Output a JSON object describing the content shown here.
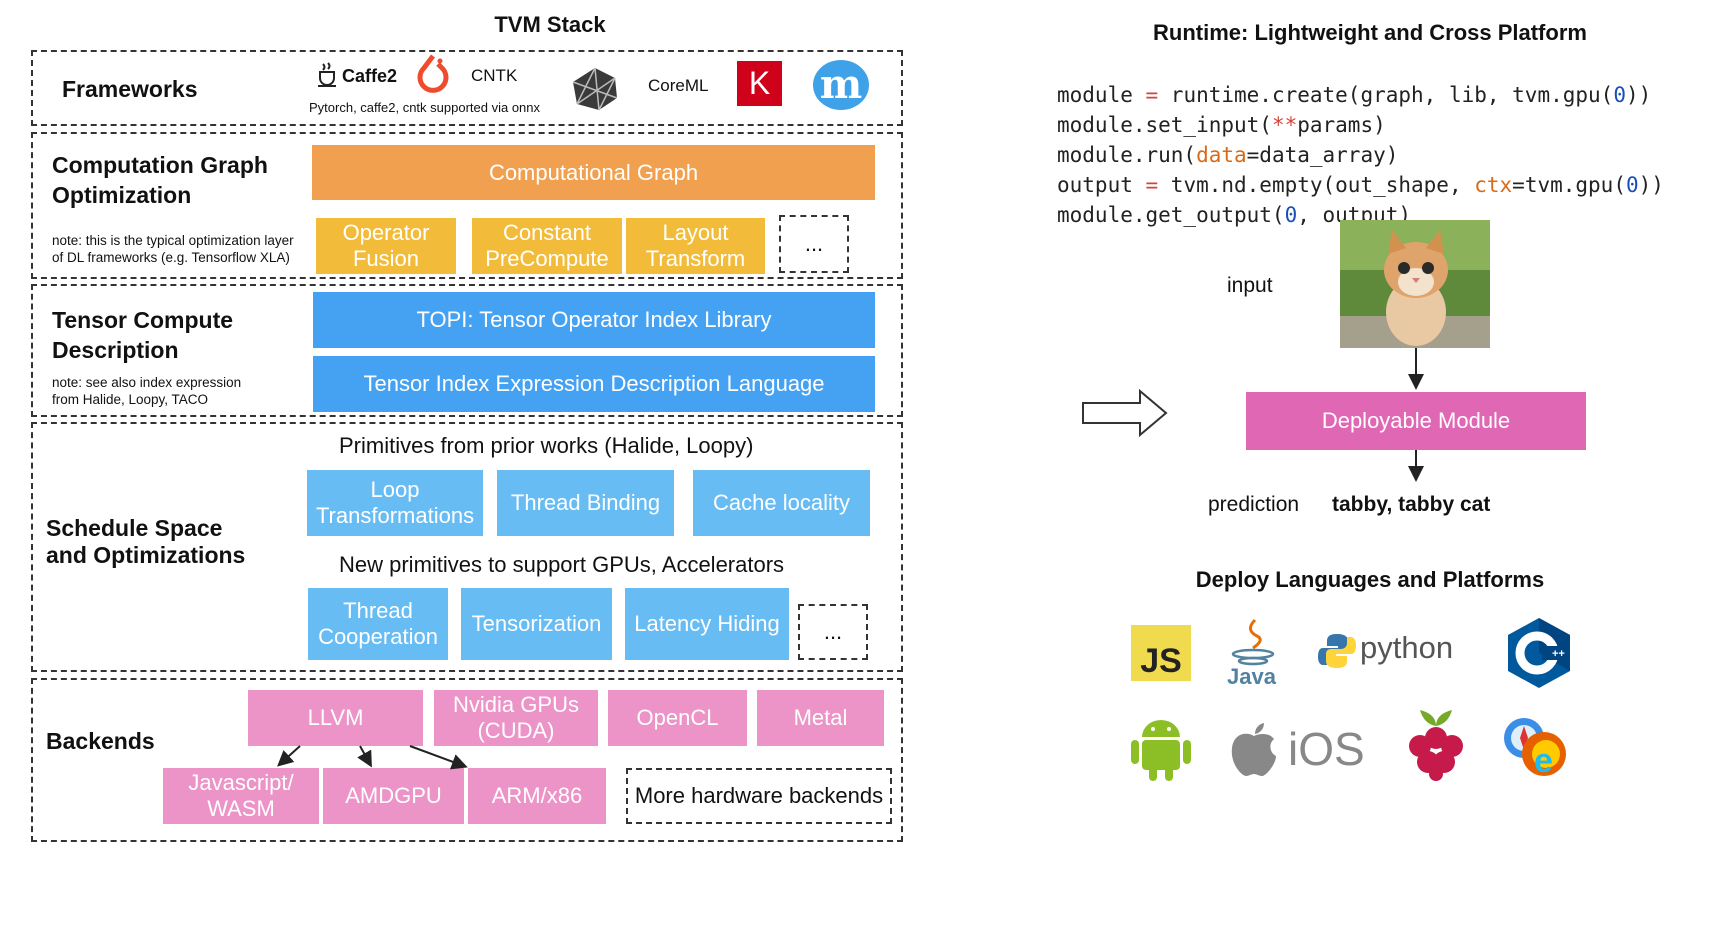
{
  "left": {
    "title": "TVM Stack",
    "frameworks": {
      "label": "Frameworks",
      "caffe2": "Caffe2",
      "cntk": "CNTK",
      "coreml": "CoreML",
      "keras_letter": "K",
      "mxnet_letter": "m",
      "onnx_note": "Pytorch, caffe2, cntk supported via onnx"
    },
    "graph_opt": {
      "label": "Computation Graph\nOptimization",
      "note": "note: this is the typical optimization layer\nof DL frameworks (e.g. Tensorflow XLA)",
      "main_box": "Computational Graph",
      "boxes": [
        "Operator\nFusion",
        "Constant\nPreCompute",
        "Layout\nTransform"
      ],
      "more": "..."
    },
    "tensor": {
      "label": "Tensor Compute\nDescription",
      "note": "note: see also index expression\nfrom Halide, Loopy, TACO",
      "topi": "TOPI: Tensor Operator Index Library",
      "tiedl": "Tensor Index Expression Description Language"
    },
    "schedule": {
      "label": "Schedule Space\nand Optimizations",
      "prior_heading": "Primitives from prior works (Halide, Loopy)",
      "prior_boxes": [
        "Loop\nTransformations",
        "Thread Binding",
        "Cache locality"
      ],
      "new_heading": "New primitives to support GPUs, Accelerators",
      "new_boxes": [
        "Thread\nCooperation",
        "Tensorization",
        "Latency Hiding"
      ],
      "more": "..."
    },
    "backends": {
      "label": "Backends",
      "top_boxes": [
        "LLVM",
        "Nvidia GPUs\n(CUDA)",
        "OpenCL",
        "Metal"
      ],
      "bottom_boxes": [
        "Javascript/\nWASM",
        "AMDGPU",
        "ARM/x86"
      ],
      "more": "More hardware backends"
    }
  },
  "right": {
    "title": "Runtime: Lightweight and Cross Platform",
    "code": {
      "l1": [
        "module",
        " = ",
        "runtime.create(graph, lib, tvm.gpu(",
        "0",
        "))"
      ],
      "l2": [
        "module.set_input(",
        "**",
        "params)"
      ],
      "l3": [
        "module.run(",
        "data",
        "=data_array)"
      ],
      "l4": [
        "output",
        " = ",
        "tvm.nd.empty(out_shape, ",
        "ctx",
        "=tvm.gpu(",
        "0",
        "))"
      ],
      "l5": [
        "module.get_output(",
        "0",
        ", output)"
      ]
    },
    "input_label": "input",
    "module_box": "Deployable Module",
    "prediction_label": "prediction",
    "prediction_value": "tabby, tabby cat",
    "deploy_title": "Deploy Languages and Platforms",
    "js_logo": "JS",
    "java_logo": "Java",
    "python_logo": "python",
    "ios_logo": "iOS"
  },
  "colors": {
    "graph_main": "#f0a04e",
    "graph_sub": "#f2bc3a",
    "tensor": "#45a2f3",
    "schedule": "#68bcf4",
    "backend": "#ec93c8",
    "module": "#df67b4"
  }
}
